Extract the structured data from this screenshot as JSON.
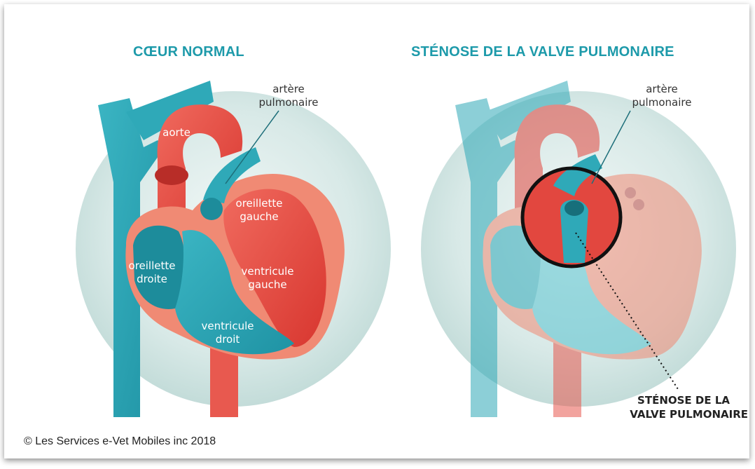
{
  "panels": [
    {
      "title": "CŒUR NORMAL",
      "labels": {
        "aorta": "aorte",
        "pulmonary_artery_1": "artère",
        "pulmonary_artery_2": "pulmonaire",
        "left_atrium_1": "oreillette",
        "left_atrium_2": "gauche",
        "right_atrium_1": "oreillette",
        "right_atrium_2": "droite",
        "left_ventricle_1": "ventricule",
        "left_ventricle_2": "gauche",
        "right_ventricle_1": "ventricule",
        "right_ventricle_2": "droit"
      }
    },
    {
      "title": "STÉNOSE DE LA VALVE PULMONAIRE",
      "labels": {
        "pulmonary_artery_1": "artère",
        "pulmonary_artery_2": "pulmonaire",
        "stenosis_1": "STÉNOSE DE LA",
        "stenosis_2": "VALVE PULMONAIRE"
      }
    }
  ],
  "footer": {
    "copyright": "© Les Services e-Vet Mobiles inc 2018"
  },
  "colors": {
    "teal_title": "#1d9aaa",
    "vein_teal": "#2fa9b8",
    "artery_red": "#e2473f",
    "muscle_salmon": "#f08a74",
    "background_circle": "#d6e8e6"
  }
}
